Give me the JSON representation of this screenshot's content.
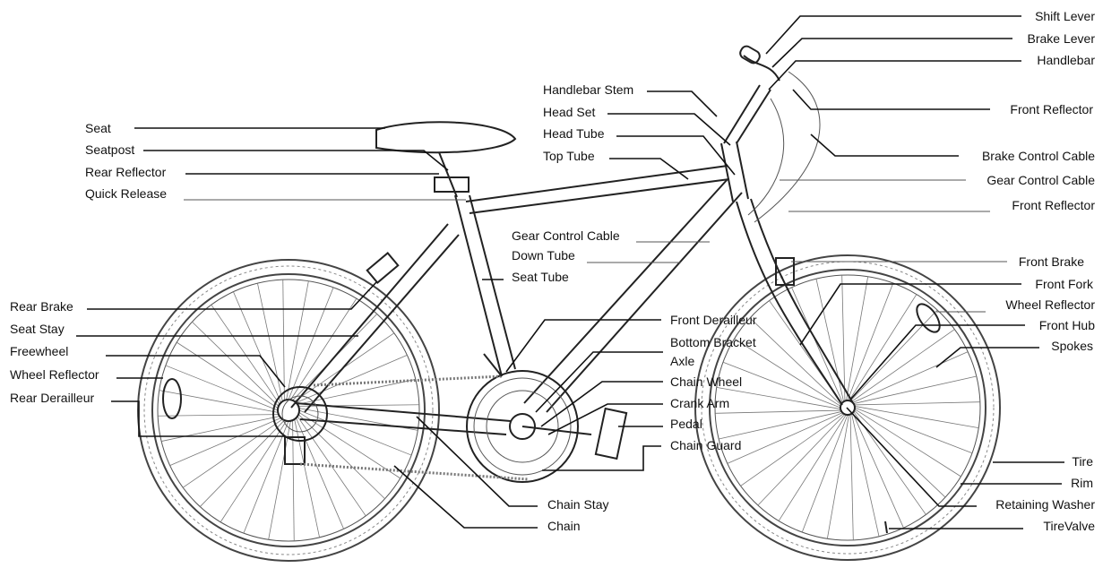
{
  "labels": {
    "shift_lever": "Shift Lever",
    "brake_lever": "Brake Lever",
    "handlebar": "Handlebar",
    "front_reflector_top": "Front Reflector",
    "brake_control_cable": "Brake Control Cable",
    "gear_control_cable_right": "Gear Control Cable",
    "front_reflector_mid": "Front Reflector",
    "front_brake": "Front Brake",
    "front_fork": "Front Fork",
    "wheel_reflector_front": "Wheel Reflector",
    "front_hub": "Front Hub",
    "spokes": "Spokes",
    "tire": "Tire",
    "rim": "Rim",
    "retaining_washer": "Retaining Washer",
    "tire_valve": "TireValve",
    "handlebar_stem": "Handlebar Stem",
    "head_set": "Head Set",
    "head_tube": "Head Tube",
    "top_tube": "Top Tube",
    "gear_control_cable_center": "Gear Control Cable",
    "down_tube": "Down Tube",
    "seat_tube": "Seat Tube",
    "seat": "Seat",
    "seatpost": "Seatpost",
    "rear_reflector": "Rear Reflector",
    "quick_release": "Quick Release",
    "rear_brake": "Rear Brake",
    "seat_stay": "Seat Stay",
    "freewheel": "Freewheel",
    "wheel_reflector_rear": "Wheel Reflector",
    "rear_derailleur": "Rear Derailleur",
    "front_derailleur": "Front Derailleur",
    "bottom_bracket_axle_1": "Bottom Bracket",
    "bottom_bracket_axle_2": "Axle",
    "chain_wheel": "Chain Wheel",
    "crank_arm": "Crank Arm",
    "pedal": "Pedal",
    "chain_guard": "Chain Guard",
    "chain_stay": "Chain Stay",
    "chain": "Chain"
  },
  "colors": {
    "ink": "#111111",
    "background": "#ffffff"
  }
}
